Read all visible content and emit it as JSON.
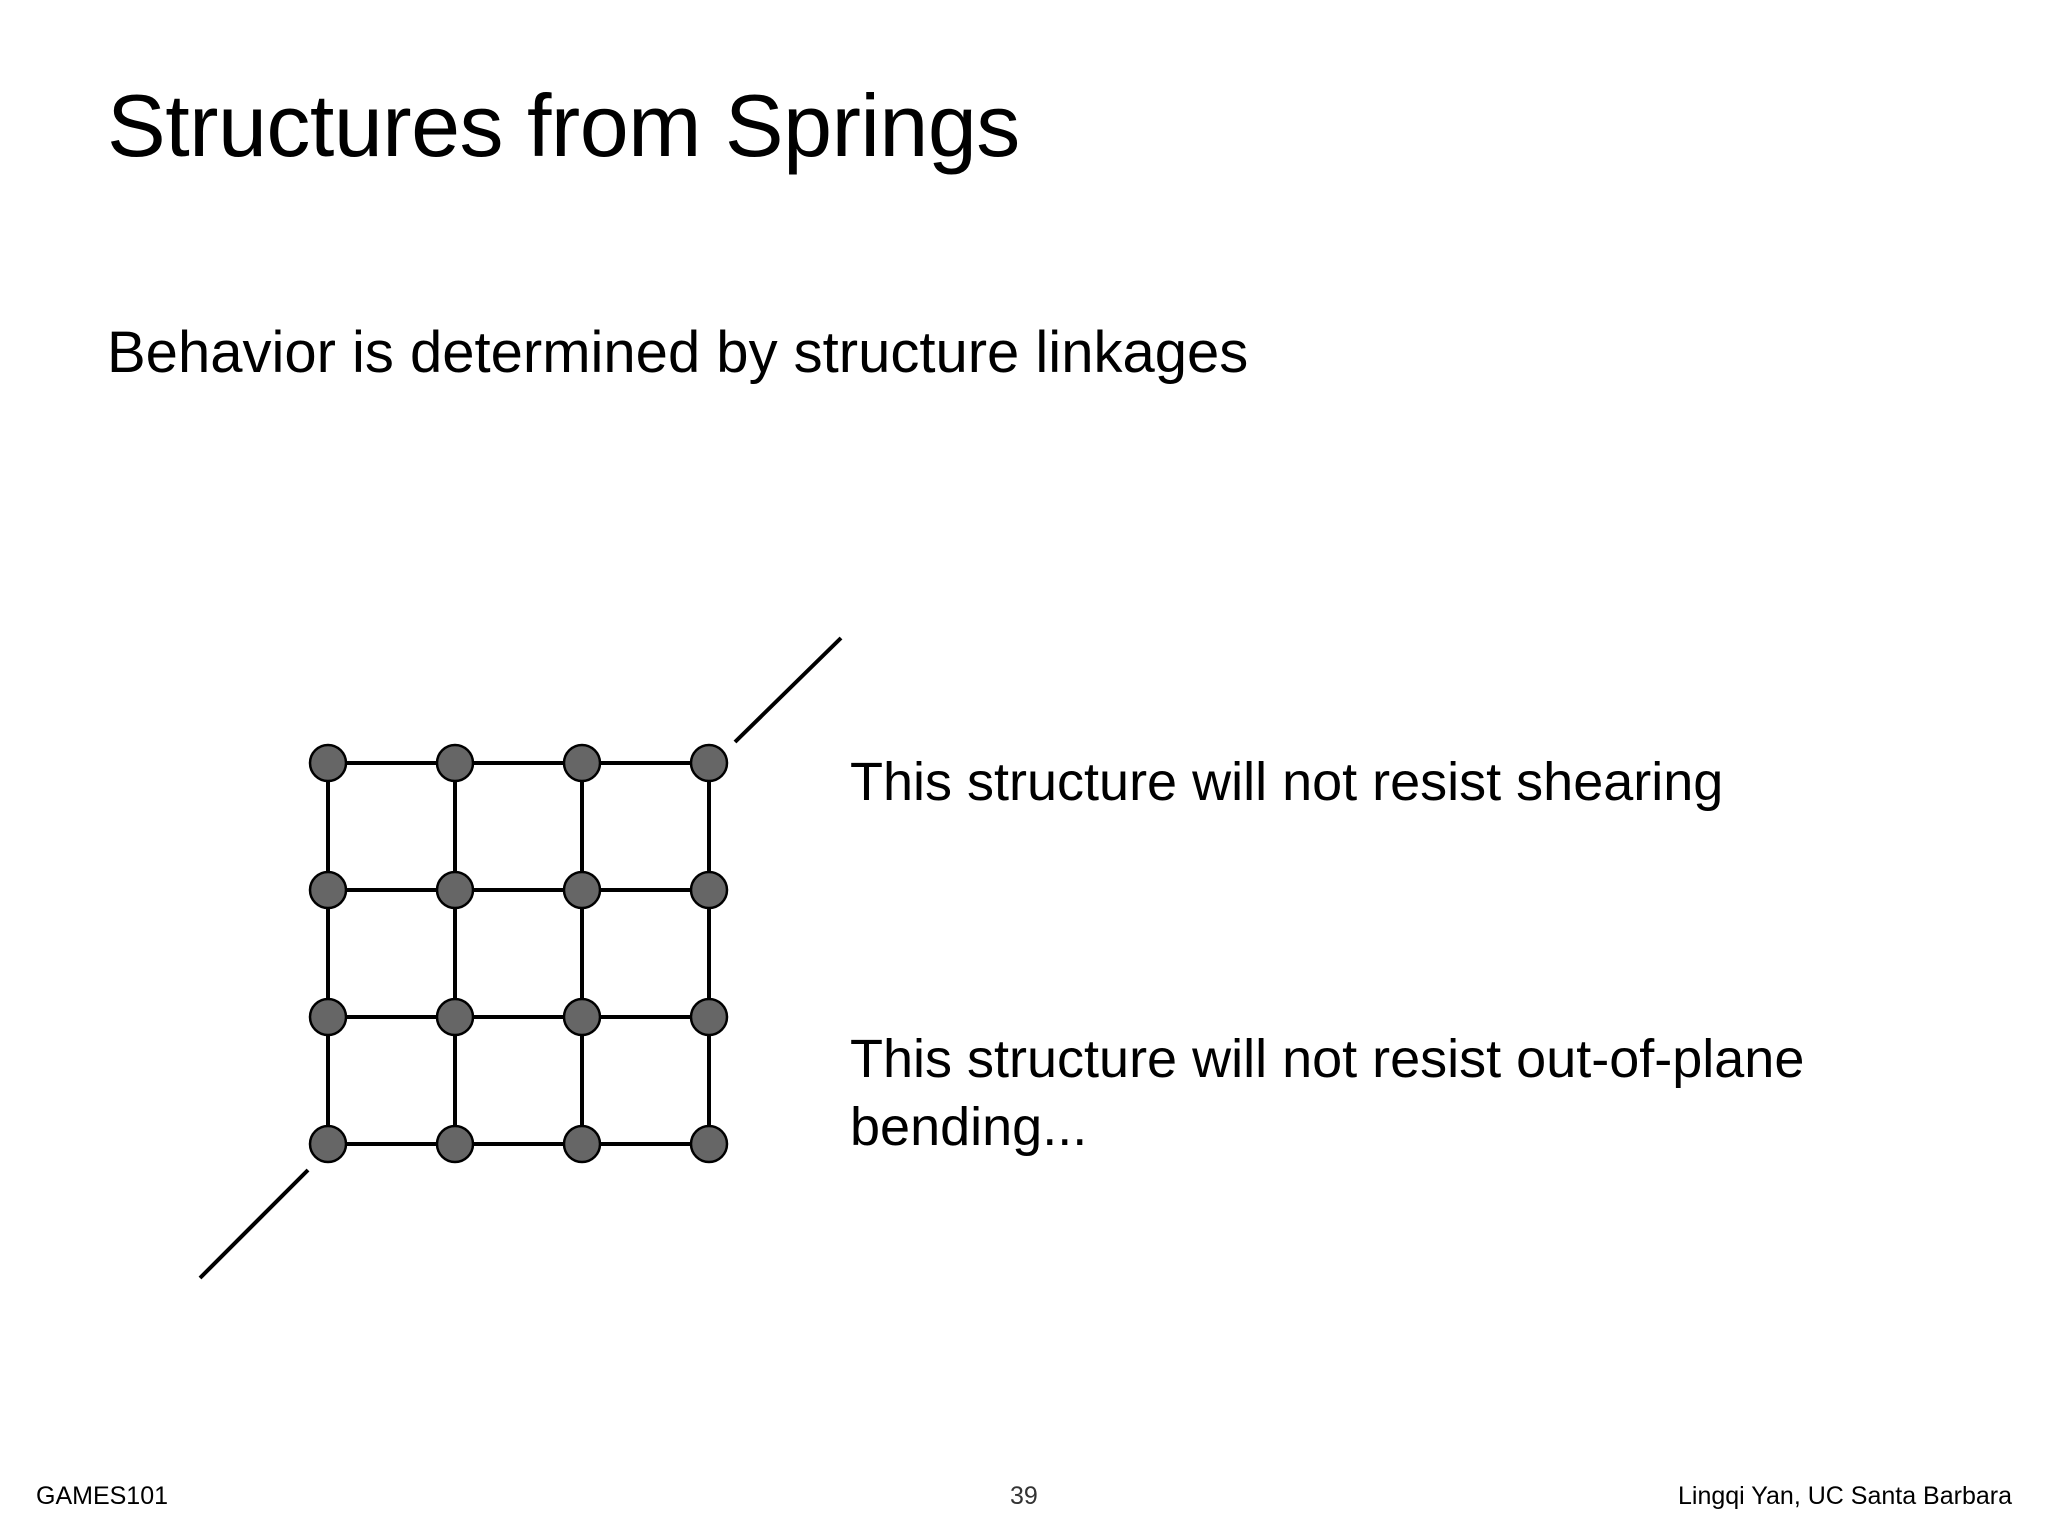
{
  "slide": {
    "title": "Structures from Springs",
    "subtitle": "Behavior is determined by structure linkages"
  },
  "diagram": {
    "grid_rows": 4,
    "grid_cols": 4,
    "node_fill": "#666666",
    "line_color": "#000000"
  },
  "notes": {
    "shear": "This structure will not resist shearing",
    "bend_line1": "This structure will not resist out-of-plane",
    "bend_line2": "bending..."
  },
  "footer": {
    "course": "GAMES101",
    "page_number": "39",
    "author": "Lingqi Yan, UC Santa Barbara"
  }
}
